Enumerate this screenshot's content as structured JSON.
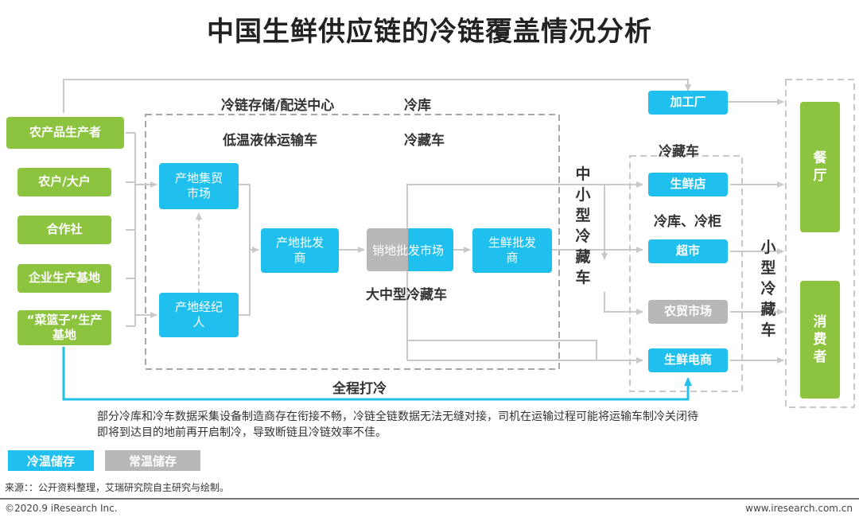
{
  "title": "中国生鲜供应链的冷链覆盖情况分析",
  "producers": [
    "农产品生产者",
    "农户/大户",
    "合作社",
    "企业生产基地",
    "“菜篮子”生产基地"
  ],
  "nodes": {
    "origin_market": "产地集贸市场",
    "origin_broker": "产地经纪人",
    "origin_wholesaler": "产地批发商",
    "sales_market_prefix": "销地批",
    "sales_market_suffix": "发市场",
    "fresh_wholesaler": "生鲜批发商",
    "factory": "加工厂",
    "fresh_store": "生鲜店",
    "supermarket": "超市",
    "farm_market": "农贸市场",
    "ecommerce": "生鲜电商",
    "restaurant": "餐厅",
    "consumer": "消费者"
  },
  "labels": {
    "storage_center": "冷链存储/配送中心",
    "cold_storage": "冷库",
    "liquid_truck": "低温液体运输车",
    "reefer_truck": "冷藏车",
    "large_reefer": "大中型冷藏车",
    "mid_small_reefer": "中小型冷藏车",
    "retail_reefer": "冷藏车",
    "retail_storage": "冷库、冷柜",
    "small_reefer": "小型冷藏车",
    "full_cold_chain": "全程打冷"
  },
  "note": "部分冷库和冷车数据采集设备制造商存在衔接不畅，冷链全链数据无法无缝对接，司机在运输过程可能将运输车制冷关闭待即将到达目的地前再开启制冷，导致断链且冷链效率不佳。",
  "legend": {
    "cold": "冷温储存",
    "normal": "常温储存"
  },
  "colors": {
    "cold": "#20c0ee",
    "normal": "#b8b8b8",
    "producer": "#8dc43f"
  },
  "source": "来源：：公开资料整理，艾瑞研究院自主研究与绘制。",
  "footer_left": "©2020.9 iResearch Inc.",
  "footer_right": "www.iresearch.com.cn"
}
